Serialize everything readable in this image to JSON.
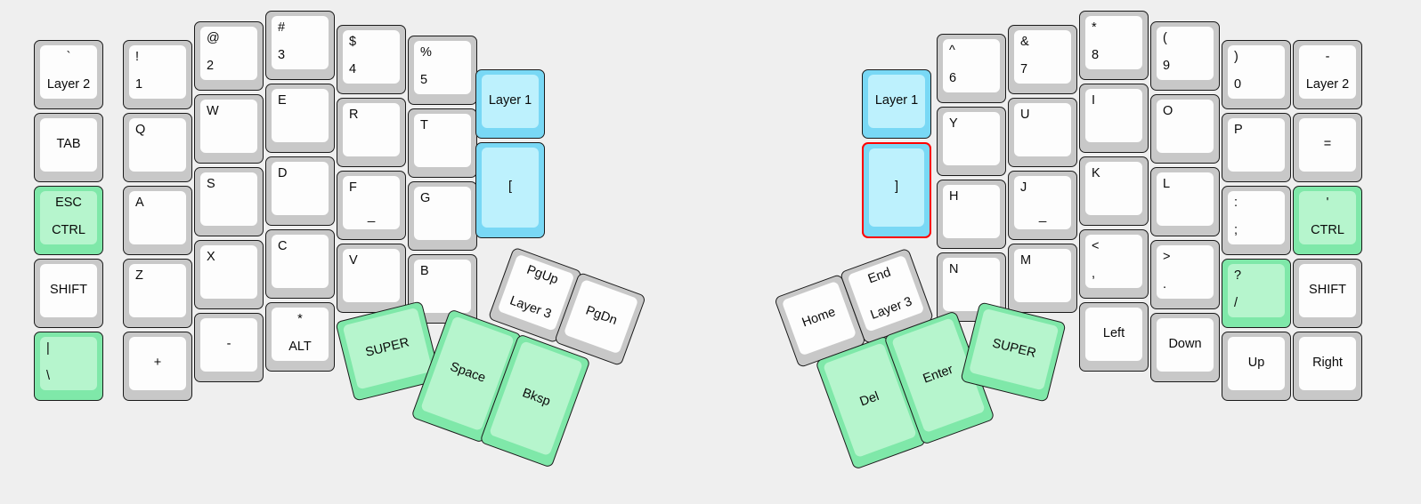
{
  "app": {
    "title": "Keyboard Layout Editor",
    "background_color": "#efefef",
    "key_color": "#c8c8c8",
    "cap_color": "#fdfdfd",
    "green_color": "#7fe8a9",
    "green_cap_color": "#b6f5cd",
    "cyan_color": "#79d8f5",
    "cyan_cap_color": "#bdf1fd",
    "selected_outline_color": "#ff0000"
  },
  "left_half": {
    "name": "left-keyboard-half",
    "columns": [
      {
        "name": "col-pinky-outer",
        "keys": [
          {
            "name": "key-grave-layer2",
            "top": "`",
            "main": "Layer 2",
            "color": "white"
          },
          {
            "name": "key-tab",
            "top": "",
            "main": "TAB",
            "color": "white"
          },
          {
            "name": "key-esc-ctrl",
            "top": "ESC",
            "main": "CTRL",
            "color": "green"
          },
          {
            "name": "key-shift-left",
            "top": "",
            "main": "SHIFT",
            "color": "white"
          },
          {
            "name": "key-pipe-backslash",
            "top": "|",
            "main": "\\",
            "color": "green"
          }
        ]
      },
      {
        "name": "col-pinky",
        "keys": [
          {
            "name": "key-1",
            "top": "!",
            "main": "1",
            "color": "white"
          },
          {
            "name": "key-q",
            "top": "Q",
            "main": "",
            "color": "white"
          },
          {
            "name": "key-a",
            "top": "A",
            "main": "",
            "color": "white"
          },
          {
            "name": "key-z",
            "top": "Z",
            "main": "",
            "color": "white"
          },
          {
            "name": "key-plus",
            "top": "",
            "main": "+",
            "color": "white"
          }
        ]
      },
      {
        "name": "col-ring",
        "keys": [
          {
            "name": "key-2",
            "top": "@",
            "main": "2",
            "color": "white"
          },
          {
            "name": "key-w",
            "top": "W",
            "main": "",
            "color": "white"
          },
          {
            "name": "key-s",
            "top": "S",
            "main": "",
            "color": "white"
          },
          {
            "name": "key-x",
            "top": "X",
            "main": "",
            "color": "white"
          },
          {
            "name": "key-minus",
            "top": "",
            "main": "-",
            "color": "white"
          }
        ]
      },
      {
        "name": "col-middle",
        "keys": [
          {
            "name": "key-3",
            "top": "#",
            "main": "3",
            "color": "white"
          },
          {
            "name": "key-e",
            "top": "E",
            "main": "",
            "color": "white"
          },
          {
            "name": "key-d",
            "top": "D",
            "main": "",
            "color": "white"
          },
          {
            "name": "key-c",
            "top": "C",
            "main": "",
            "color": "white"
          },
          {
            "name": "key-asterisk-alt",
            "top": "*",
            "main": "ALT",
            "color": "white"
          }
        ]
      },
      {
        "name": "col-index",
        "keys": [
          {
            "name": "key-4",
            "top": "$",
            "main": "4",
            "color": "white"
          },
          {
            "name": "key-r",
            "top": "R",
            "main": "",
            "color": "white"
          },
          {
            "name": "key-f",
            "top": "F",
            "main": "",
            "color": "white",
            "homing": "_"
          },
          {
            "name": "key-v",
            "top": "V",
            "main": "",
            "color": "white"
          }
        ]
      },
      {
        "name": "col-index-inner",
        "keys": [
          {
            "name": "key-5",
            "top": "%",
            "main": "5",
            "color": "white"
          },
          {
            "name": "key-t",
            "top": "T",
            "main": "",
            "color": "white"
          },
          {
            "name": "key-g",
            "top": "G",
            "main": "",
            "color": "white"
          },
          {
            "name": "key-b",
            "top": "B",
            "main": "",
            "color": "white"
          }
        ]
      },
      {
        "name": "col-inner-extra",
        "keys": [
          {
            "name": "key-layer1-left",
            "top": "",
            "main": "Layer 1",
            "color": "cyan"
          },
          {
            "name": "key-bracket-left-open",
            "top": "",
            "main": "[",
            "color": "cyan"
          }
        ]
      }
    ],
    "thumb_cluster": {
      "name": "left-thumb-cluster",
      "keys": [
        {
          "name": "key-super-left",
          "top": "",
          "main": "SUPER",
          "color": "green"
        },
        {
          "name": "key-pgup-layer3",
          "top": "PgUp",
          "main": "Layer 3",
          "color": "white"
        },
        {
          "name": "key-pgdn",
          "top": "",
          "main": "PgDn",
          "color": "white"
        },
        {
          "name": "key-space",
          "top": "",
          "main": "Space",
          "color": "green"
        },
        {
          "name": "key-bksp",
          "top": "",
          "main": "Bksp",
          "color": "green"
        }
      ]
    }
  },
  "right_half": {
    "name": "right-keyboard-half",
    "columns": [
      {
        "name": "col-inner-extra-right",
        "keys": [
          {
            "name": "key-layer1-right",
            "top": "",
            "main": "Layer 1",
            "color": "cyan"
          },
          {
            "name": "key-bracket-right-close",
            "top": "",
            "main": "]",
            "color": "cyan",
            "selected": true
          }
        ]
      },
      {
        "name": "col-index-inner-right",
        "keys": [
          {
            "name": "key-6",
            "top": "^",
            "main": "6",
            "color": "white"
          },
          {
            "name": "key-y",
            "top": "Y",
            "main": "",
            "color": "white"
          },
          {
            "name": "key-h",
            "top": "H",
            "main": "",
            "color": "white"
          },
          {
            "name": "key-n",
            "top": "N",
            "main": "",
            "color": "white"
          }
        ]
      },
      {
        "name": "col-index-right",
        "keys": [
          {
            "name": "key-7",
            "top": "&",
            "main": "7",
            "color": "white"
          },
          {
            "name": "key-u",
            "top": "U",
            "main": "",
            "color": "white"
          },
          {
            "name": "key-j",
            "top": "J",
            "main": "",
            "color": "white",
            "homing": "_"
          },
          {
            "name": "key-m",
            "top": "M",
            "main": "",
            "color": "white"
          }
        ]
      },
      {
        "name": "col-middle-right",
        "keys": [
          {
            "name": "key-8",
            "top": "*",
            "main": "8",
            "color": "white"
          },
          {
            "name": "key-i",
            "top": "I",
            "main": "",
            "color": "white"
          },
          {
            "name": "key-k",
            "top": "K",
            "main": "",
            "color": "white"
          },
          {
            "name": "key-comma",
            "top": "<",
            "main": ",",
            "color": "white"
          },
          {
            "name": "key-left-arrow",
            "top": "",
            "main": "Left",
            "color": "white"
          }
        ]
      },
      {
        "name": "col-ring-right",
        "keys": [
          {
            "name": "key-9",
            "top": "(",
            "main": "9",
            "color": "white"
          },
          {
            "name": "key-o",
            "top": "O",
            "main": "",
            "color": "white"
          },
          {
            "name": "key-l",
            "top": "L",
            "main": "",
            "color": "white"
          },
          {
            "name": "key-period",
            "top": ">",
            "main": ".",
            "color": "white"
          },
          {
            "name": "key-down-arrow",
            "top": "",
            "main": "Down",
            "color": "white"
          }
        ]
      },
      {
        "name": "col-pinky-right",
        "keys": [
          {
            "name": "key-0",
            "top": ")",
            "main": "0",
            "color": "white"
          },
          {
            "name": "key-p",
            "top": "P",
            "main": "",
            "color": "white"
          },
          {
            "name": "key-semicolon",
            "top": ":",
            "main": ";",
            "color": "white"
          },
          {
            "name": "key-slash",
            "top": "?",
            "main": "/",
            "color": "green"
          },
          {
            "name": "key-up-arrow",
            "top": "",
            "main": "Up",
            "color": "white"
          }
        ]
      },
      {
        "name": "col-pinky-outer-right",
        "keys": [
          {
            "name": "key-minus-layer2",
            "top": "-",
            "main": "Layer 2",
            "color": "white"
          },
          {
            "name": "key-equals",
            "top": "",
            "main": "=",
            "color": "white"
          },
          {
            "name": "key-quote-ctrl",
            "top": "'",
            "main": "CTRL",
            "color": "green"
          },
          {
            "name": "key-shift-right",
            "top": "",
            "main": "SHIFT",
            "color": "white"
          },
          {
            "name": "key-right-arrow",
            "top": "",
            "main": "Right",
            "color": "white"
          }
        ]
      }
    ],
    "thumb_cluster": {
      "name": "right-thumb-cluster",
      "keys": [
        {
          "name": "key-home",
          "top": "",
          "main": "Home",
          "color": "white"
        },
        {
          "name": "key-end-layer3",
          "top": "End",
          "main": "Layer 3",
          "color": "white"
        },
        {
          "name": "key-del",
          "top": "",
          "main": "Del",
          "color": "green"
        },
        {
          "name": "key-enter",
          "top": "",
          "main": "Enter",
          "color": "green"
        },
        {
          "name": "key-super-right",
          "top": "",
          "main": "SUPER",
          "color": "green"
        }
      ]
    }
  }
}
